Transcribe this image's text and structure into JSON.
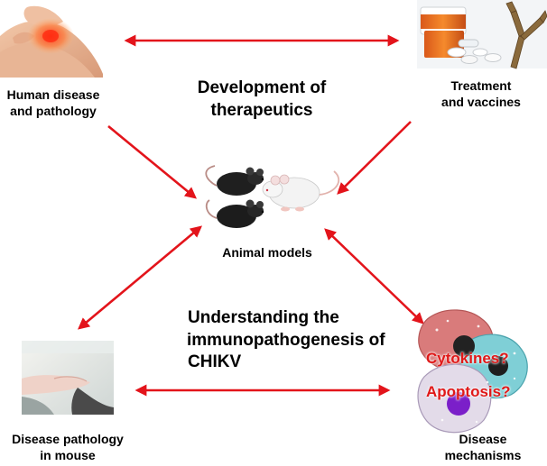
{
  "nodes": {
    "human": {
      "label_line1": "Human disease",
      "label_line2": "and pathology"
    },
    "treatment": {
      "label_line1": "Treatment",
      "label_line2": "and vaccines"
    },
    "animal": {
      "label": "Animal models"
    },
    "mouse_pathology": {
      "label_line1": "Disease pathology",
      "label_line2": "in mouse"
    },
    "mechanisms": {
      "label_line1": "Disease",
      "label_line2": "mechanisms",
      "overlay_1": "Cytokines?",
      "overlay_2": "Apoptosis?"
    }
  },
  "headings": {
    "top_line1": "Development of",
    "top_line2": "therapeutics",
    "bottom_line1": "Understanding the",
    "bottom_line2": "immunopathogenesis of",
    "bottom_line3": "CHIKV"
  },
  "colors": {
    "arrow": "#e3141b",
    "text": "#000000",
    "overlay_text": "#e01818"
  },
  "icons": [
    "knee-pain-photo",
    "pills-and-antibody-icon",
    "lab-mice-icon",
    "mouse-leg-photo",
    "immune-cells-icon"
  ]
}
